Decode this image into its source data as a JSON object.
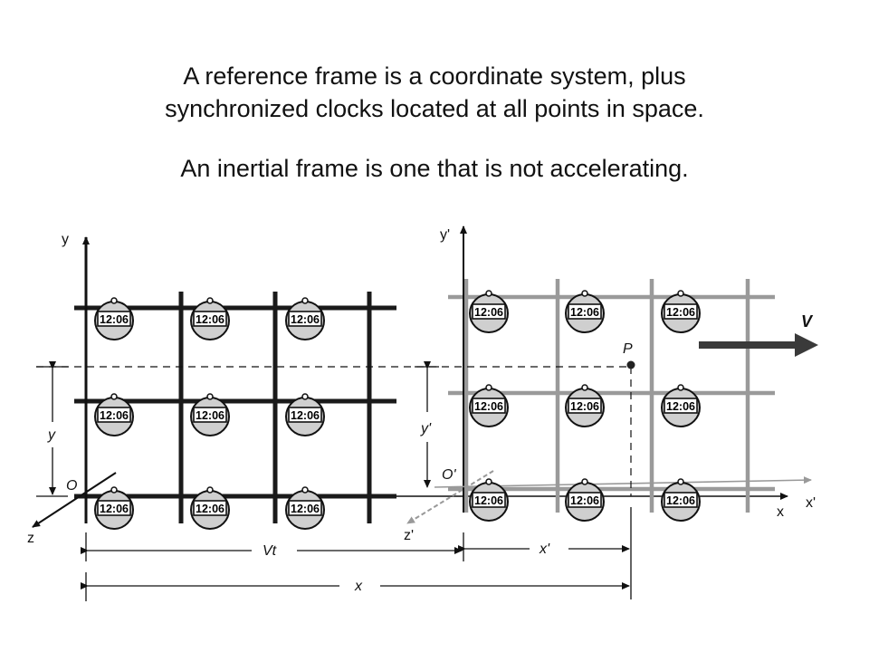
{
  "heading": {
    "line1": "A reference frame is a coordinate system, plus",
    "line2": "synchronized clocks located at all points in space.",
    "line3": "An inertial frame is one that is not accelerating."
  },
  "diagram": {
    "clock_time": "12:06",
    "labels": {
      "y_axis": "y",
      "y_prime_axis": "y'",
      "x_axis": "x",
      "x_prime_axis": "x'",
      "z_axis": "z",
      "z_prime_axis": "z'",
      "origin": "O",
      "origin_prime": "O'",
      "point": "P",
      "velocity": "V",
      "y_dim": "y",
      "y_prime_dim": "y'",
      "vt_dim": "Vt",
      "x_prime_dim": "x'",
      "x_dim": "x"
    },
    "colors": {
      "frame_s": "#1a1a1a",
      "frame_s_prime": "#999999",
      "clock_face": "#cfcfcf"
    }
  }
}
